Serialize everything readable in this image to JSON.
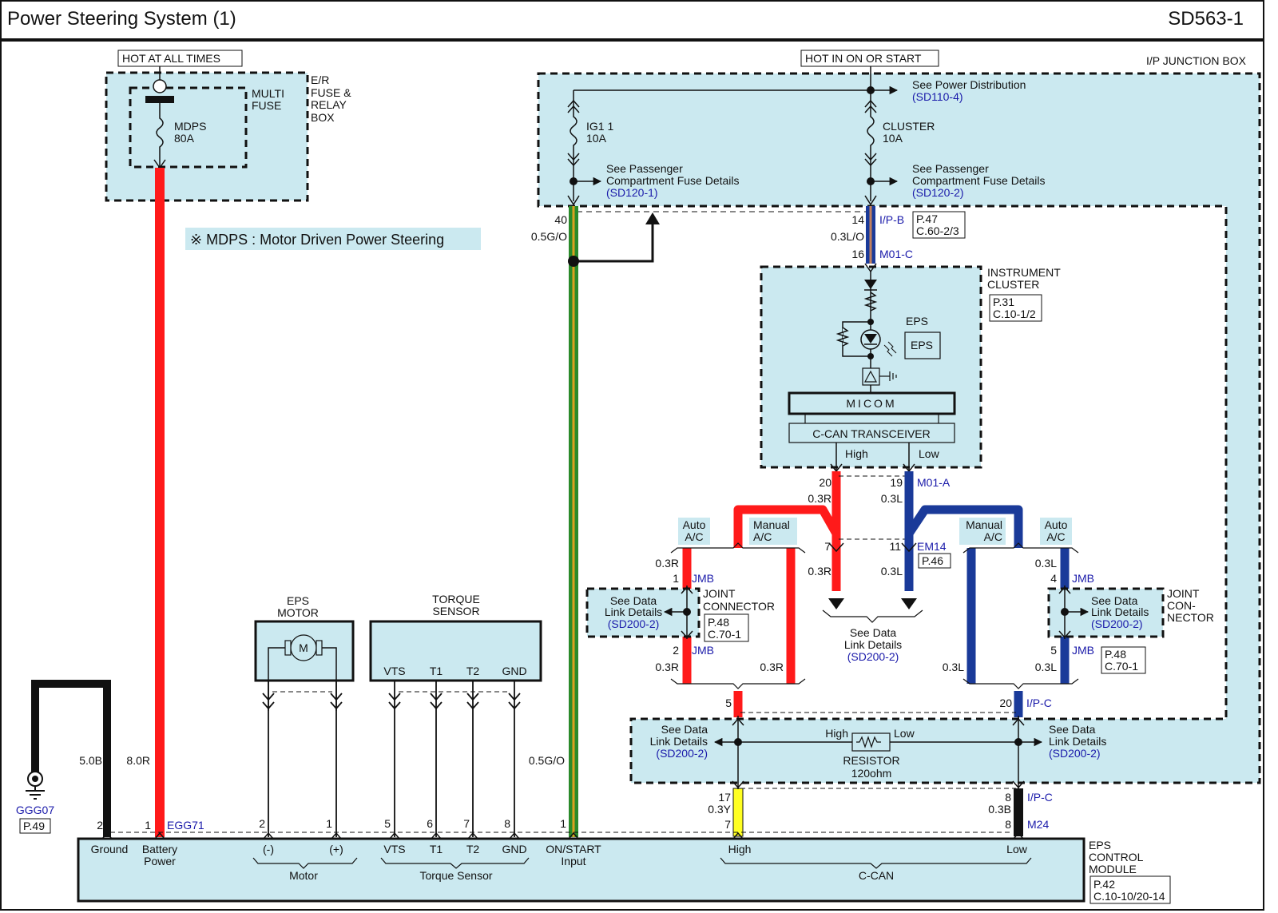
{
  "header": {
    "title": "Power Steering System (1)",
    "code": "SD563-1"
  },
  "note": "※ MDPS : Motor Driven Power Steering",
  "colors": {
    "box_fill": "#cbe9f0",
    "wire_red": "#ff1a1a",
    "wire_blue": "#1a3a99",
    "wire_green": "#2a8a2a",
    "wire_green_tracer": "#d9a020",
    "wire_lo_tracer": "#c08060",
    "wire_yellow": "#ffff22",
    "wire_black": "#111111",
    "ref_text": "#1a1aaa"
  },
  "er_box": {
    "hot_label": "HOT AT ALL TIMES",
    "box_label": [
      "E/R",
      "FUSE &",
      "RELAY",
      "BOX"
    ],
    "multi_fuse_label": [
      "MULTI",
      "FUSE"
    ],
    "fuse_name": "MDPS",
    "fuse_rating": "80A"
  },
  "ipjb": {
    "hot_label": "HOT IN ON OR START",
    "box_label": "I/P JUNCTION BOX",
    "power_dist": {
      "text": "See Power Distribution",
      "ref": "(SD110-4)"
    },
    "fuse_ig1": {
      "name": "IG1 1",
      "rating": "10A"
    },
    "fuse_cluster": {
      "name": "CLUSTER",
      "rating": "10A"
    },
    "pass_fuse_left": {
      "line1": "See Passenger",
      "line2": "Compartment Fuse Details",
      "ref": "(SD120-1)"
    },
    "pass_fuse_right": {
      "line1": "See Passenger",
      "line2": "Compartment Fuse Details",
      "ref": "(SD120-2)"
    }
  },
  "wires": {
    "ig_pin": "40",
    "ig_gauge": "0.5G/O",
    "ig_gauge_lower": "0.5G/O",
    "cluster_pin_top": "14",
    "cluster_conn_top": "I/P-B",
    "cluster_gauge": "0.3L/O",
    "cluster_pin_bottom": "16",
    "cluster_conn_bottom": "M01-C",
    "cluster_ref": [
      "P.47",
      "C.60-2/3"
    ],
    "ground_gauge": "5.0B",
    "battery_gauge": "8.0R"
  },
  "cluster": {
    "label": [
      "INSTRUMENT",
      "CLUSTER"
    ],
    "ref": [
      "P.31",
      "C.10-1/2"
    ],
    "eps_lamp_label": "EPS",
    "eps_indicator": "EPS",
    "micom": "MICOM",
    "transceiver": "C-CAN TRANSCEIVER",
    "high": "High",
    "low": "Low"
  },
  "can_high": {
    "pin_m01a": "20",
    "gauge_top": "0.3R",
    "pin_em14": "7",
    "gauge_mid": "0.3R",
    "auto_ac": [
      "Auto",
      "A/C"
    ],
    "manual_ac": [
      "Manual",
      "A/C"
    ],
    "gauge_auto_top": "0.3R",
    "jmb_pin_top": "1",
    "jmb_top": "JMB",
    "jmb_pin_bottom": "2",
    "jmb_bottom": "JMB",
    "gauge_auto_bottom": "0.3R",
    "gauge_manual": "0.3R",
    "pin_ipc": "5",
    "gauge_yellow": "0.3Y",
    "pin_ipc_bottom": "17",
    "pin_m24": "7"
  },
  "can_low": {
    "pin_m01a": "19",
    "conn_m01a": "M01-A",
    "gauge_top": "0.3L",
    "pin_em14": "11",
    "conn_em14": "EM14",
    "em14_ref": "P.46",
    "gauge_mid": "0.3L",
    "manual_ac": [
      "Manual",
      "A/C"
    ],
    "auto_ac": [
      "Auto",
      "A/C"
    ],
    "gauge_auto_top": "0.3L",
    "jmb_pin_top": "4",
    "jmb_top": "JMB",
    "jmb_pin_bottom": "5",
    "jmb_bottom": "JMB",
    "gauge_auto_bottom": "0.3L",
    "gauge_manual": "0.3L",
    "pin_ipc": "20",
    "conn_ipc": "I/P-C",
    "pin_ipc_bottom": "8",
    "conn_ipc_bottom": "I/P-C",
    "gauge_black": "0.3B",
    "pin_m24": "8",
    "conn_m24": "M24"
  },
  "joint_left": {
    "text": [
      "See Data",
      "Link Details"
    ],
    "ref": "(SD200-2)",
    "label": [
      "JOINT",
      "CONNECTOR"
    ],
    "page": [
      "P.48",
      "C.70-1"
    ]
  },
  "joint_right": {
    "text": [
      "See Data",
      "Link Details"
    ],
    "ref": "(SD200-2)",
    "label": [
      "JOINT",
      "CON-",
      "NECTOR"
    ],
    "page": [
      "P.48",
      "C.70-1"
    ]
  },
  "data_link_center": {
    "text": [
      "See Data",
      "Link Details"
    ],
    "ref": "(SD200-2)"
  },
  "resistor_block": {
    "left": {
      "text": [
        "See Data",
        "Link Details"
      ],
      "ref": "(SD200-2)"
    },
    "right": {
      "text": [
        "See Data",
        "Link Details"
      ],
      "ref": "(SD200-2)"
    },
    "high": "High",
    "low": "Low",
    "name": "RESISTOR",
    "value": "120ohm"
  },
  "eps_motor": {
    "label": [
      "EPS",
      "MOTOR"
    ],
    "symbol": "M"
  },
  "torque_sensor": {
    "label": [
      "TORQUE",
      "SENSOR"
    ],
    "pins": [
      "VTS",
      "T1",
      "T2",
      "GND"
    ]
  },
  "ground": {
    "name": "GGG07",
    "page": "P.49"
  },
  "ecm": {
    "label": [
      "EPS",
      "CONTROL",
      "MODULE"
    ],
    "ref": [
      "P.42",
      "C.10-10/20-14"
    ],
    "connector": "EGG71",
    "pins_top": {
      "ground": "2",
      "battery": "1",
      "motor_minus": "2",
      "motor_plus": "1",
      "vts": "5",
      "t1": "6",
      "t2": "7",
      "gnd": "8",
      "on_start": "1"
    },
    "terminals": {
      "ground": "Ground",
      "battery": [
        "Battery",
        "Power"
      ],
      "motor_minus": "(-)",
      "motor_plus": "(+)",
      "vts": "VTS",
      "t1": "T1",
      "t2": "T2",
      "gnd": "GND",
      "on_start": [
        "ON/START",
        "Input"
      ],
      "high": "High",
      "low": "Low"
    },
    "groups": {
      "motor": "Motor",
      "torque": "Torque Sensor",
      "ccan": "C-CAN"
    }
  }
}
